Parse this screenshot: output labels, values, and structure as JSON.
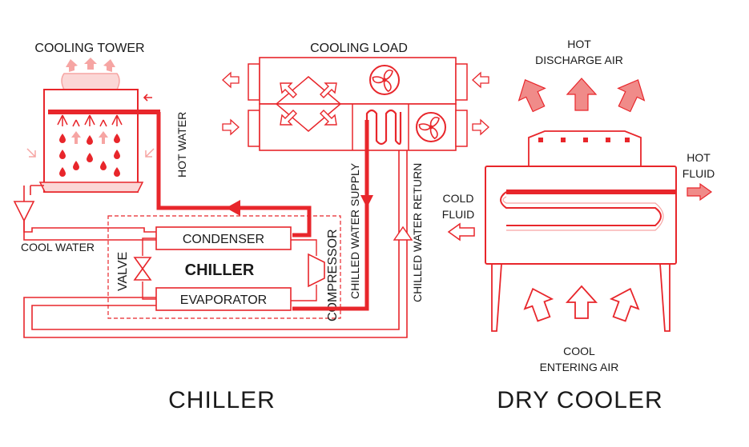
{
  "colors": {
    "accent": "#e8262b",
    "light_fill": "#fbd7d6",
    "text": "#1a1a1a",
    "background": "#ffffff"
  },
  "labels": {
    "cooling_tower": "COOLING TOWER",
    "cooling_load": "COOLING LOAD",
    "hot_water": "HOT WATER",
    "cool_water": "COOL WATER",
    "condenser": "CONDENSER",
    "chiller_box": "CHILLER",
    "evaporator": "EVAPORATOR",
    "valve": "VALVE",
    "compressor": "COMPRESSOR",
    "chilled_water_supply": "CHILLED WATER SUPPLY",
    "chilled_water_return": "CHILLED WATER RETURN",
    "hot_discharge_air_1": "HOT",
    "hot_discharge_air_2": "DISCHARGE AIR",
    "hot_fluid_1": "HOT",
    "hot_fluid_2": "FLUID",
    "cold_fluid_1": "COLD",
    "cold_fluid_2": "FLUID",
    "cool_entering_air_1": "COOL",
    "cool_entering_air_2": "ENTERING AIR",
    "chiller_title": "CHILLER",
    "dry_cooler_title": "DRY COOLER"
  },
  "icons": [
    "fan-icon",
    "arrow-icon",
    "water-drop-icon",
    "valve-icon",
    "compressor-icon"
  ]
}
